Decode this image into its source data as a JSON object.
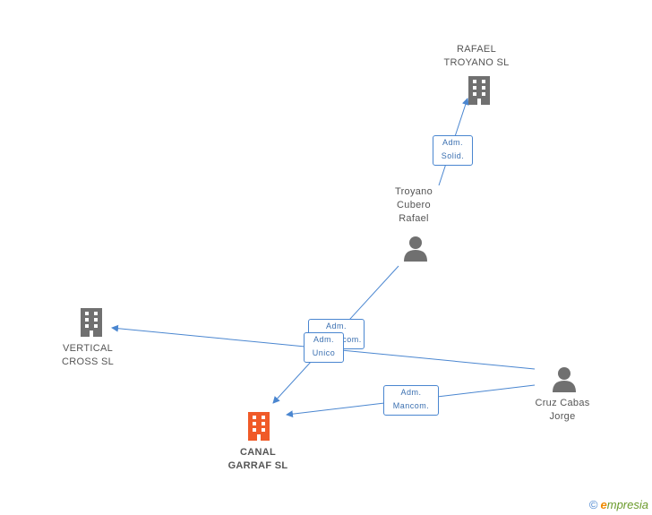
{
  "nodes": {
    "rafael_troyano": {
      "line1": "RAFAEL",
      "line2": "TROYANO SL"
    },
    "troyano_cubero": {
      "line1": "Troyano",
      "line2": "Cubero",
      "line3": "Rafael"
    },
    "vertical_cross": {
      "line1": "VERTICAL",
      "line2": "CROSS SL"
    },
    "cruz_cabas": {
      "line1": "Cruz Cabas",
      "line2": "Jorge"
    },
    "canal_garraf": {
      "line1": "CANAL",
      "line2": "GARRAF SL"
    }
  },
  "edge_labels": {
    "adm_solid": {
      "line1": "Adm.",
      "line2": "Solid."
    },
    "adm_mancom_back": {
      "line1": "Adm.",
      "line2": "Mancom."
    },
    "adm_unico": {
      "line1": "Adm.",
      "line2": "Unico"
    },
    "adm_mancom": {
      "line1": "Adm.",
      "line2": "Mancom."
    }
  },
  "colors": {
    "edge": "#4a86d0",
    "company": "#707070",
    "focus_company": "#f05a28",
    "person": "#707070"
  },
  "brand": {
    "copyright": "©",
    "name_initial": "e",
    "name_rest": "mpresia"
  }
}
